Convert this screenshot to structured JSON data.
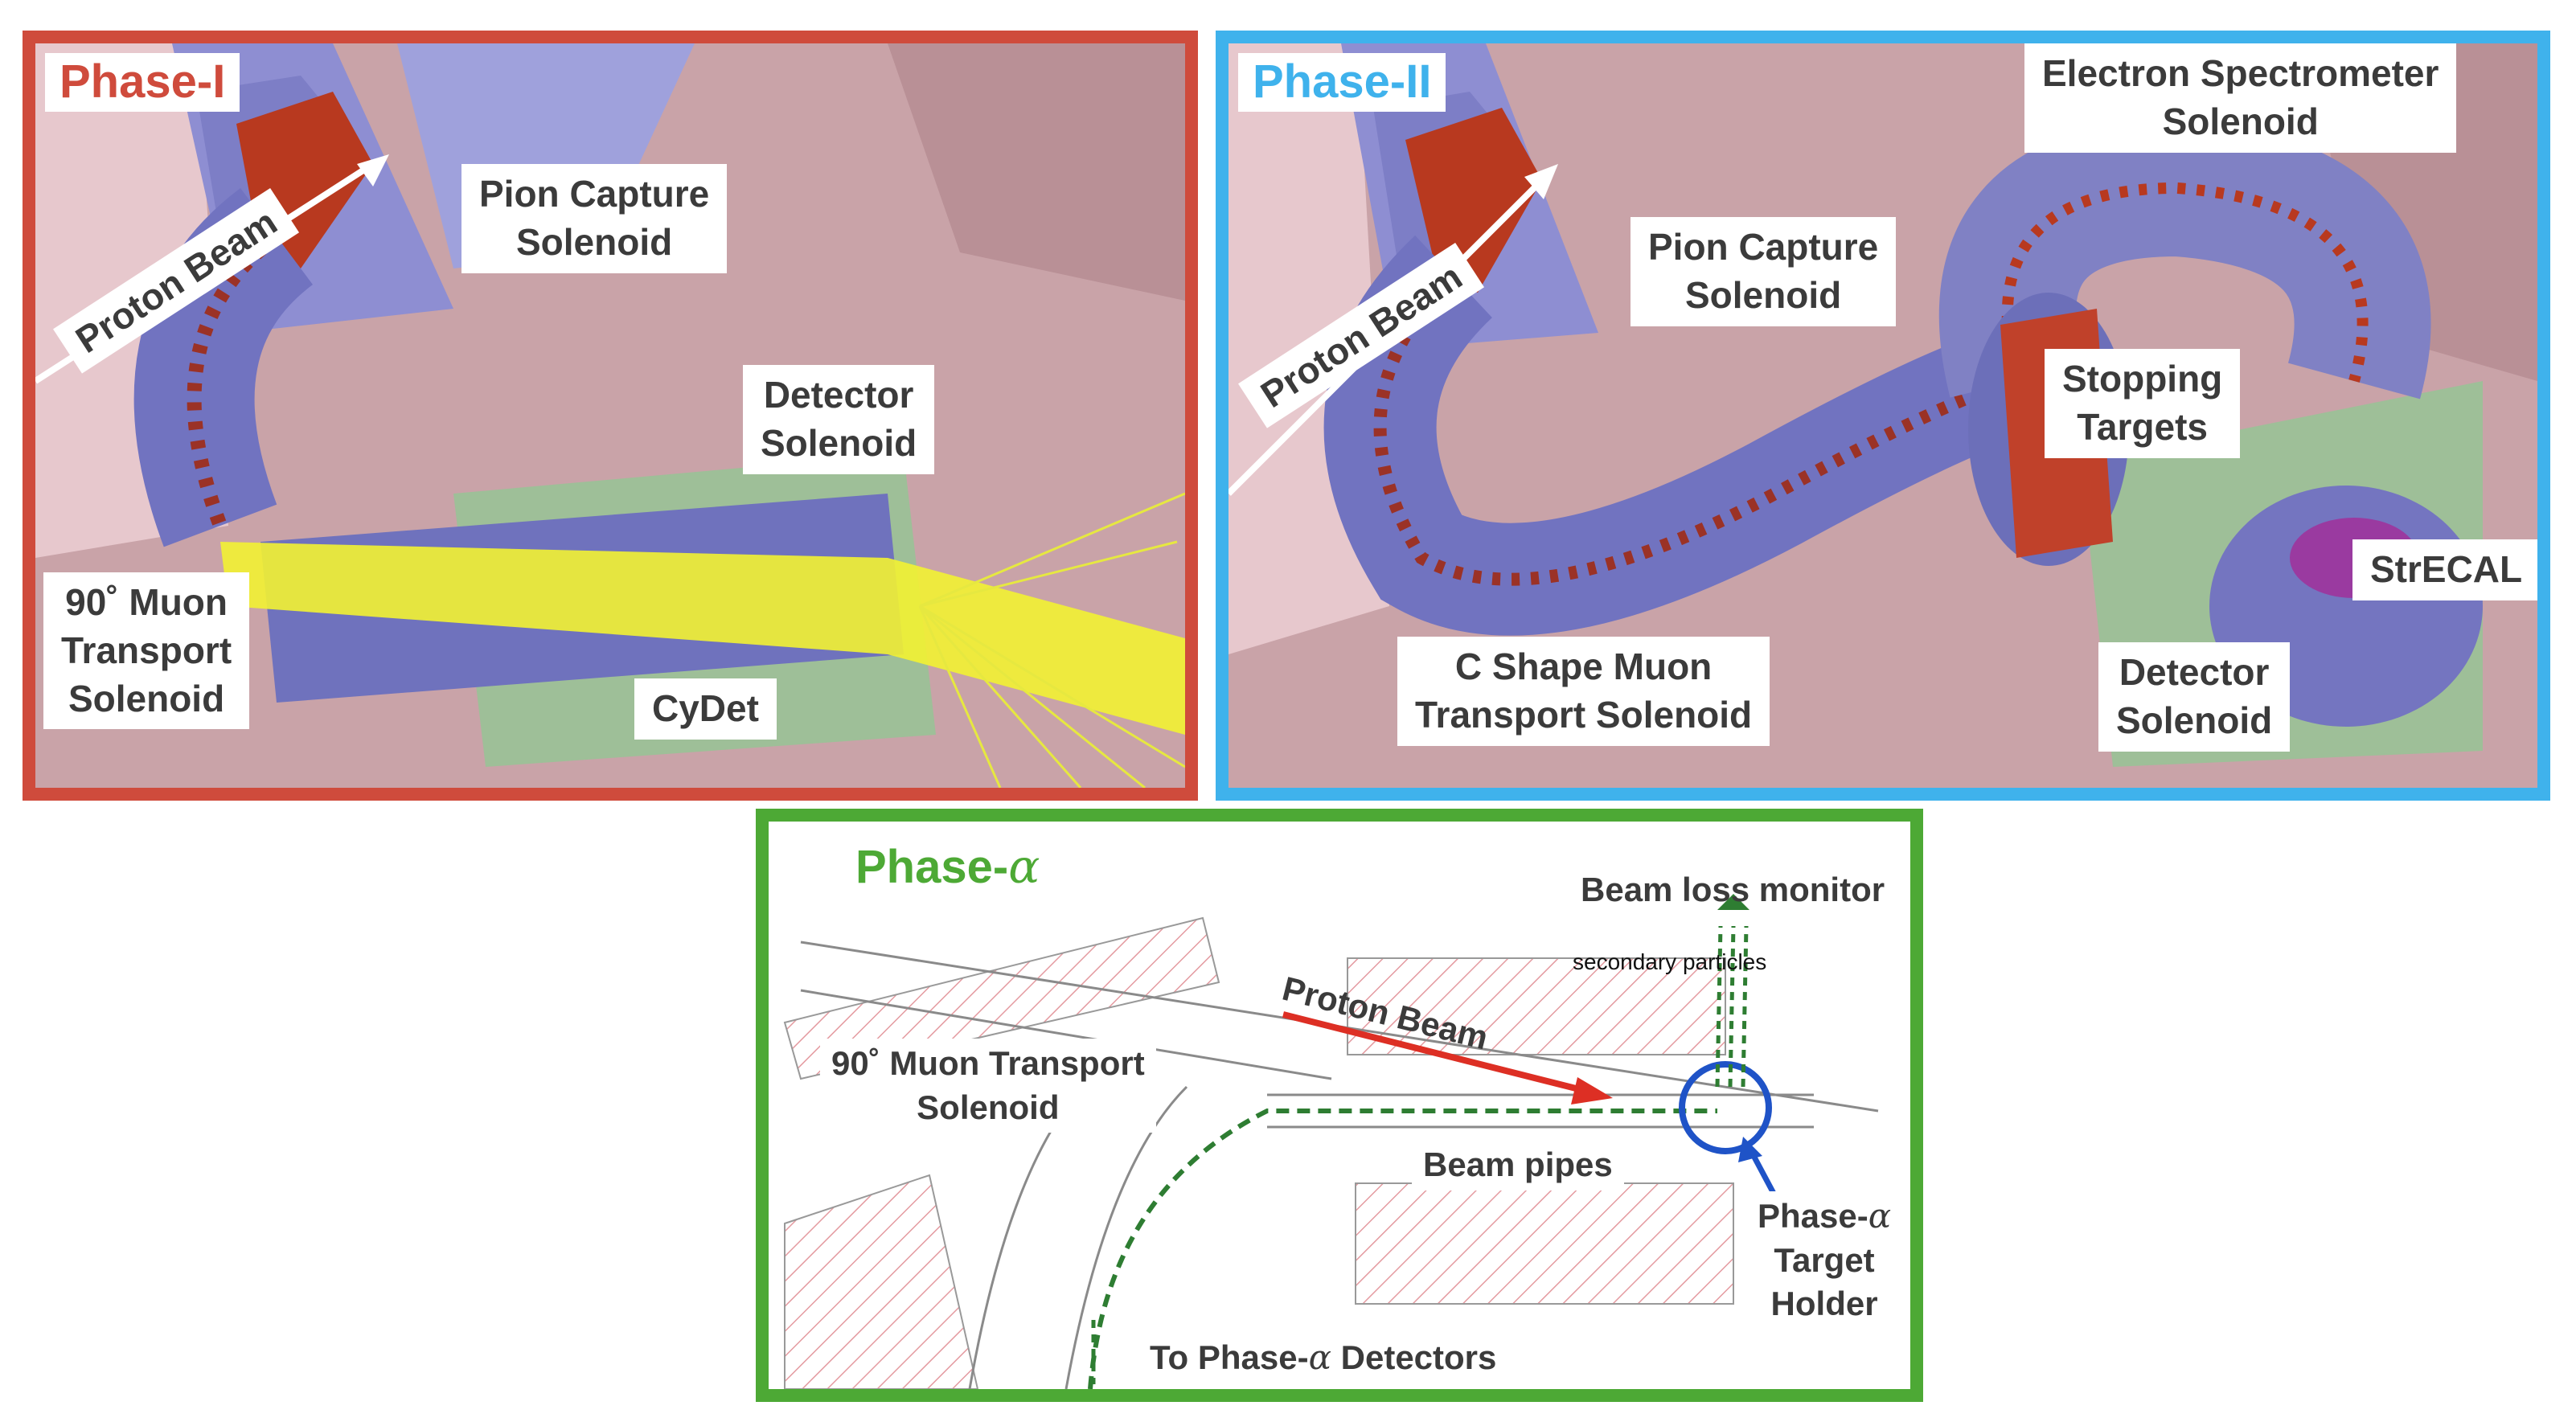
{
  "colors": {
    "phase1_border": "#cf4b3c",
    "phase2_border": "#3fb2ec",
    "phasea_border": "#4da935",
    "proton_arrow": "#dd2f24",
    "target_circle": "#1f53c7",
    "beam_loss_arrows": "#2e7d32"
  },
  "phase1": {
    "title": "Phase-I",
    "proton_beam": "Proton Beam",
    "pion_capture": [
      "Pion Capture",
      "Solenoid"
    ],
    "detector_solenoid": [
      "Detector",
      "Solenoid"
    ],
    "muon_transport": [
      "90˚ Muon",
      "Transport",
      "Solenoid"
    ],
    "cydet": "CyDet"
  },
  "phase2": {
    "title": "Phase-II",
    "proton_beam": "Proton Beam",
    "pion_capture": [
      "Pion Capture",
      "Solenoid"
    ],
    "electron_spectrometer": [
      "Electron Spectrometer",
      "Solenoid"
    ],
    "stopping_targets": [
      "Stopping",
      "Targets"
    ],
    "strecal": "StrECAL",
    "c_shape": [
      "C Shape Muon",
      "Transport Solenoid"
    ],
    "detector_solenoid": [
      "Detector",
      "Solenoid"
    ]
  },
  "phasea": {
    "title_prefix": "Phase-",
    "alpha": "α",
    "beam_loss_monitor": "Beam loss monitor",
    "secondary_particles": [
      "secondary",
      "particles"
    ],
    "proton_beam": "Proton Beam",
    "muon_transport": [
      "90˚ Muon Transport",
      "Solenoid"
    ],
    "beam_pipes": "Beam pipes",
    "target_holder_line1_prefix": "Phase-",
    "target_holder_line2": "Target",
    "target_holder_line3": "Holder",
    "to_detectors_prefix": "To Phase-",
    "to_detectors_suffix": " Detectors"
  }
}
